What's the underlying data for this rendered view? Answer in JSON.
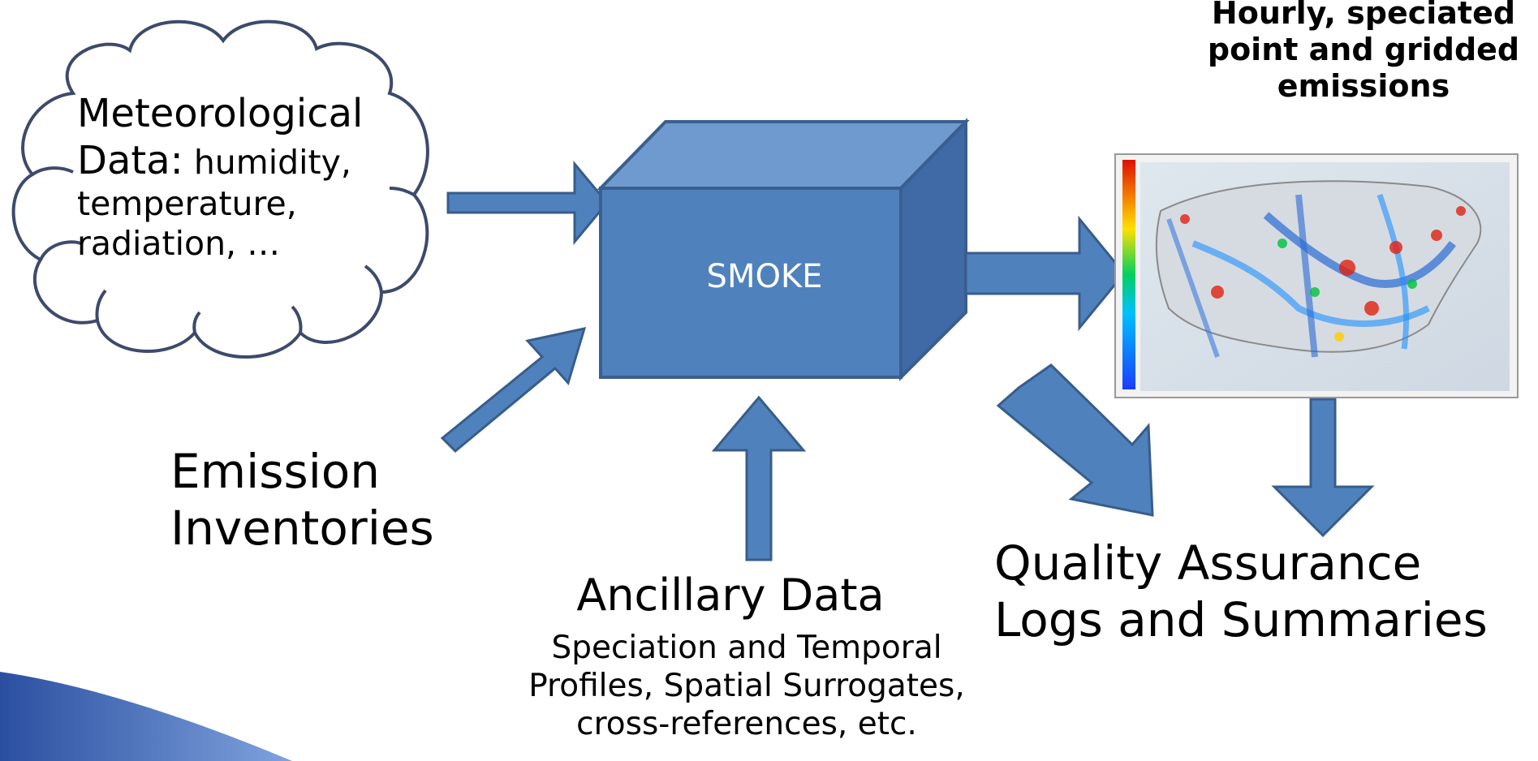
{
  "cloud": {
    "title_line1": "Meteorological",
    "title_line2": "Data",
    "colon": ":",
    "detail_line1": " humidity,",
    "detail_line2": "temperature,",
    "detail_line3": "radiation, …"
  },
  "box": {
    "label": "SMOKE"
  },
  "output": {
    "title_line1": "Hourly, speciated",
    "title_line2": "point and gridded",
    "title_line3": "emissions"
  },
  "emission": {
    "line1": "Emission",
    "line2": "Inventories"
  },
  "ancillary": {
    "title": "Ancillary Data",
    "desc_line1": "Speciation and Temporal",
    "desc_line2": "Profiles, Spatial Surrogates,",
    "desc_line3": "cross-references, etc."
  },
  "qa": {
    "line1": "Quality Assurance",
    "line2": "Logs and Summaries"
  },
  "colors": {
    "box_front": "#4f81bd",
    "box_top": "#6f9ad0",
    "box_side": "#3f6aa5",
    "box_border": "#3a5f8f",
    "arrow_fill": "#4f81bd",
    "arrow_stroke": "#385d8a",
    "slide_accent": "#1f3f8f"
  }
}
